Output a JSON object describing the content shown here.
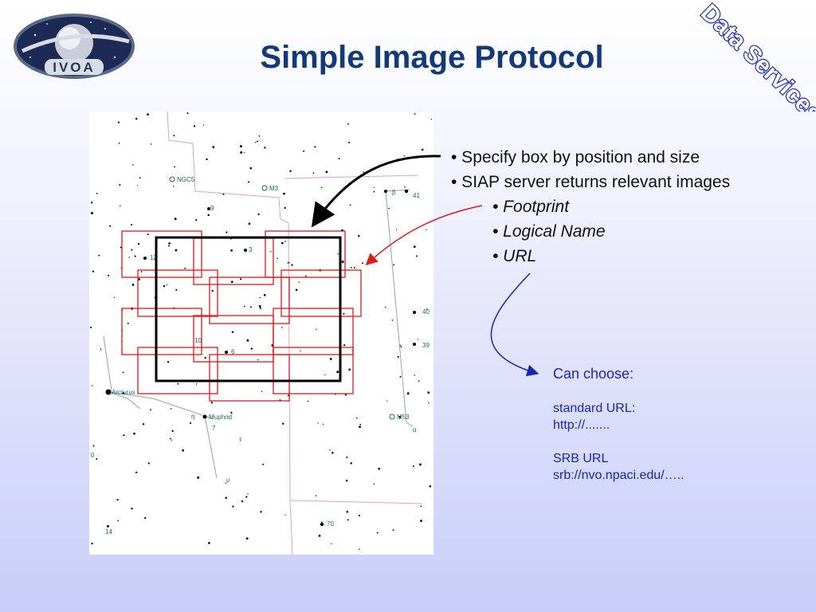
{
  "slide": {
    "title": "Simple Image Protocol",
    "logo_text": "IVOA",
    "corner_label": "Data Services"
  },
  "bullets": [
    {
      "text": "• Specify box by position and size",
      "level": 1
    },
    {
      "text": "• SIAP server returns relevant images",
      "level": 1
    },
    {
      "text": "• Footprint",
      "level": 2
    },
    {
      "text": "• Logical Name",
      "level": 2
    },
    {
      "text": "• URL",
      "level": 2
    }
  ],
  "note": {
    "heading": "Can choose:",
    "standard_label": "standard URL:",
    "standard_value": "http://.......",
    "srb_label": "SRB URL",
    "srb_value": "srb://nvo.npaci.edu/….."
  },
  "starmap_labels": {
    "ngc5": "NGC5",
    "m3": "M3",
    "n9": "9",
    "beta": "β",
    "n41": "41",
    "n3": "3",
    "n12": "12",
    "n40": "40",
    "n10": "10",
    "n6": "6",
    "n39": "39",
    "arcturus": "Arcturus",
    "eta": "η",
    "muphrid": "Muphrid",
    "n7": "7",
    "tau": "τ",
    "upsilon": "υ",
    "m53": "M53",
    "alpha": "α",
    "n70": "70",
    "n0": "0",
    "n14": "14"
  },
  "colors": {
    "title": "#123a7b",
    "note_text": "#1526b8",
    "footprint_red": "#e01818",
    "constellation_line": "#d8a0d8",
    "label_green": "#1a6a58"
  }
}
